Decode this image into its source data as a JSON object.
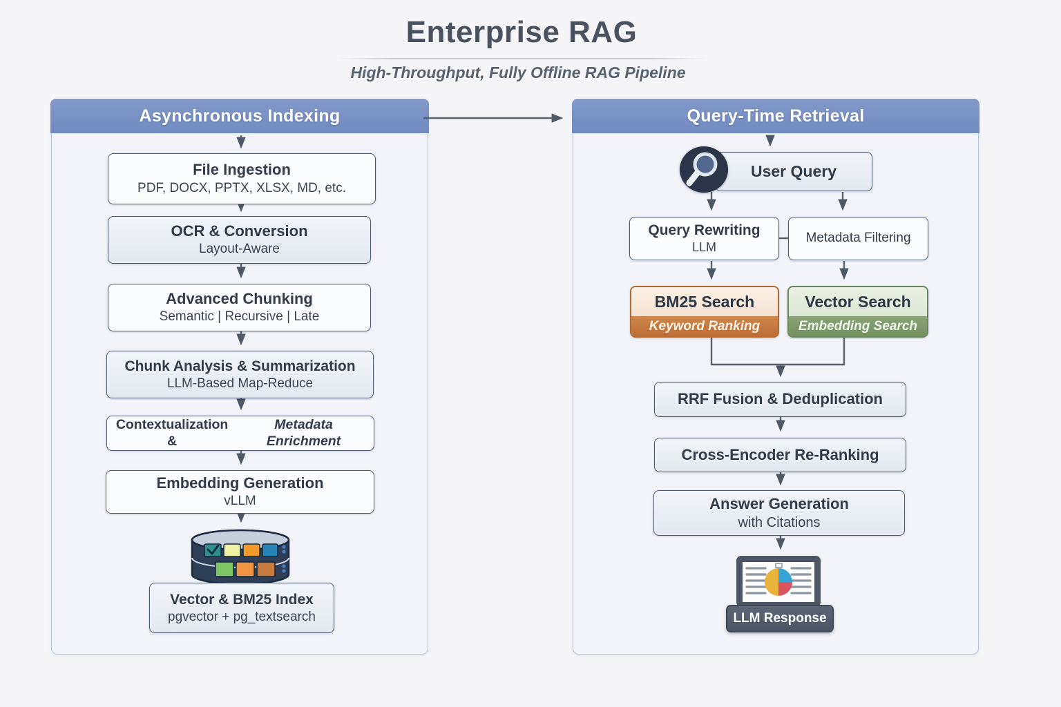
{
  "title": "Enterprise RAG",
  "subtitle": "High-Throughput, Fully Offline RAG Pipeline",
  "indexing": {
    "header": "Asynchronous Indexing",
    "file_ingestion": {
      "title": "File Ingestion",
      "subtitle": "PDF, DOCX, PPTX, XLSX, MD, etc."
    },
    "ocr": {
      "title": "OCR & Conversion",
      "subtitle": "Layout-Aware"
    },
    "chunking": {
      "title": "Advanced Chunking",
      "subtitle": "Semantic | Recursive | Late"
    },
    "analysis": {
      "title": "Chunk Analysis & Summarization",
      "subtitle": "LLM-Based Map-Reduce"
    },
    "contextualization": {
      "title": "Contextualization &",
      "emphasis": "Metadata Enrichment"
    },
    "embedding": {
      "title": "Embedding Generation",
      "subtitle": "vLLM"
    },
    "index_store": {
      "title": "Vector & BM25 Index",
      "subtitle": "pgvector + pg_textsearch"
    },
    "database_icon": "database-cylinder"
  },
  "retrieval": {
    "header": "Query-Time Retrieval",
    "user_query": {
      "label": "User Query",
      "icon": "magnifier"
    },
    "query_rewriting": {
      "title": "Query Rewriting",
      "subtitle": "LLM"
    },
    "metadata_filtering": {
      "label": "Metadata Filtering"
    },
    "bm25_search": {
      "title": "BM25 Search",
      "subtitle": "Keyword Ranking"
    },
    "vector_search": {
      "title": "Vector Search",
      "subtitle": "Embedding Search"
    },
    "rrf_fusion": {
      "label": "RRF Fusion & Deduplication"
    },
    "cross_encoder": {
      "label": "Cross-Encoder Re-Ranking"
    },
    "answer_generation": {
      "title": "Answer Generation",
      "subtitle": "with Citations"
    },
    "llm_response": {
      "label": "LLM Response",
      "icon": "laptop-report-pie"
    }
  },
  "colors": {
    "header_blue": "#7b93c5",
    "panel_border": "#aebfe0",
    "bm25_orange": "#bd6e37",
    "vector_green": "#73905e",
    "arrow_gray": "#515a68",
    "pie_yellow": "#e9b33c",
    "pie_blue": "#35a3d5",
    "pie_red": "#d85560"
  }
}
